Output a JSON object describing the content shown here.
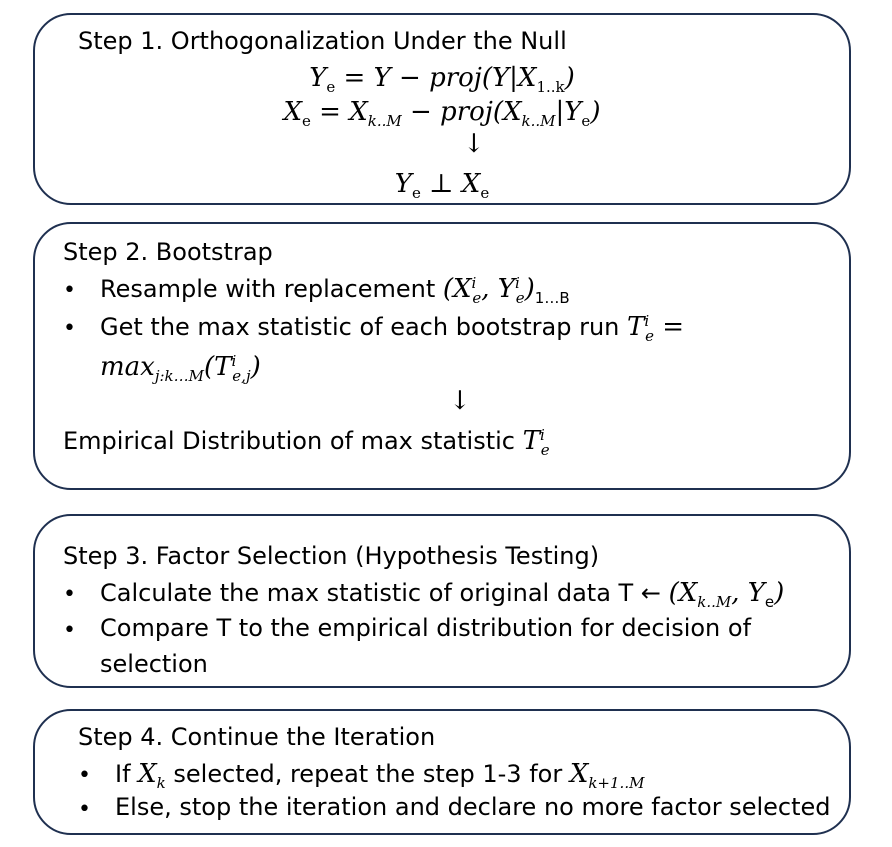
{
  "step1": {
    "title": "Step 1. Orthogonalization Under the Null",
    "eq1_lhs": "Y",
    "eq1_lhs_sub": "e",
    "eq1_rhs": " = Y − proj(Y|X",
    "eq1_rhs_sub": "1..k",
    "eq1_close": ")",
    "eq2_lhs": "X",
    "eq2_lhs_sub": "e",
    "eq2_mid1": " = X",
    "eq2_mid1_sub": "k..M",
    "eq2_mid2": " − proj(X",
    "eq2_mid2_sub": "k..M",
    "eq2_mid3": "|Y",
    "eq2_mid3_sub": "e",
    "eq2_close": ")",
    "arrow": "↓",
    "result_y": "Y",
    "result_y_sub": "e",
    "result_perp": " ⊥ X",
    "result_x_sub": "e"
  },
  "step2": {
    "title": "Step 2. Bootstrap",
    "bullet1_text": "Resample with replacement ",
    "bullet1_math": "(X",
    "bullet1_sup1": "i",
    "bullet1_sub1": "e",
    "bullet1_mid": ", Y",
    "bullet1_sup2": "i",
    "bullet1_sub2": "e",
    "bullet1_close": ")",
    "bullet1_range": "1…B",
    "bullet2_text": "Get the max statistic of each bootstrap run ",
    "bullet2_T": "T",
    "bullet2_T_sup": "i",
    "bullet2_T_sub": "e",
    "bullet2_eq": " =",
    "bullet2_line2": "max",
    "bullet2_line2_sub": "j:k…M",
    "bullet2_line2_open": "(T",
    "bullet2_line2_sup": "i",
    "bullet2_line2_sub2": "e,j",
    "bullet2_line2_close": ")",
    "arrow": "↓",
    "result_text": "Empirical Distribution of max statistic ",
    "result_T": "T",
    "result_T_sup": "i",
    "result_T_sub": "e"
  },
  "step3": {
    "title": "Step 3. Factor Selection (Hypothesis Testing)",
    "bullet1_text": "Calculate the max statistic of original data T ← ",
    "bullet1_math": "(X",
    "bullet1_sub1": "k..M",
    "bullet1_mid": ", Y",
    "bullet1_sub2": "e",
    "bullet1_close": ")",
    "bullet2_line1": "Compare T to the empirical distribution for decision of",
    "bullet2_line2": "selection"
  },
  "step4": {
    "title": "Step 4. Continue the Iteration",
    "bullet1_pre": "If ",
    "bullet1_X": "X",
    "bullet1_X_sub": "k",
    "bullet1_mid": " selected, repeat the step 1-3 for ",
    "bullet1_X2": "X",
    "bullet1_X2_sub": "k+1..M",
    "bullet2_text": "Else, stop the iteration and declare no more factor selected"
  },
  "bullet_glyph": "•"
}
